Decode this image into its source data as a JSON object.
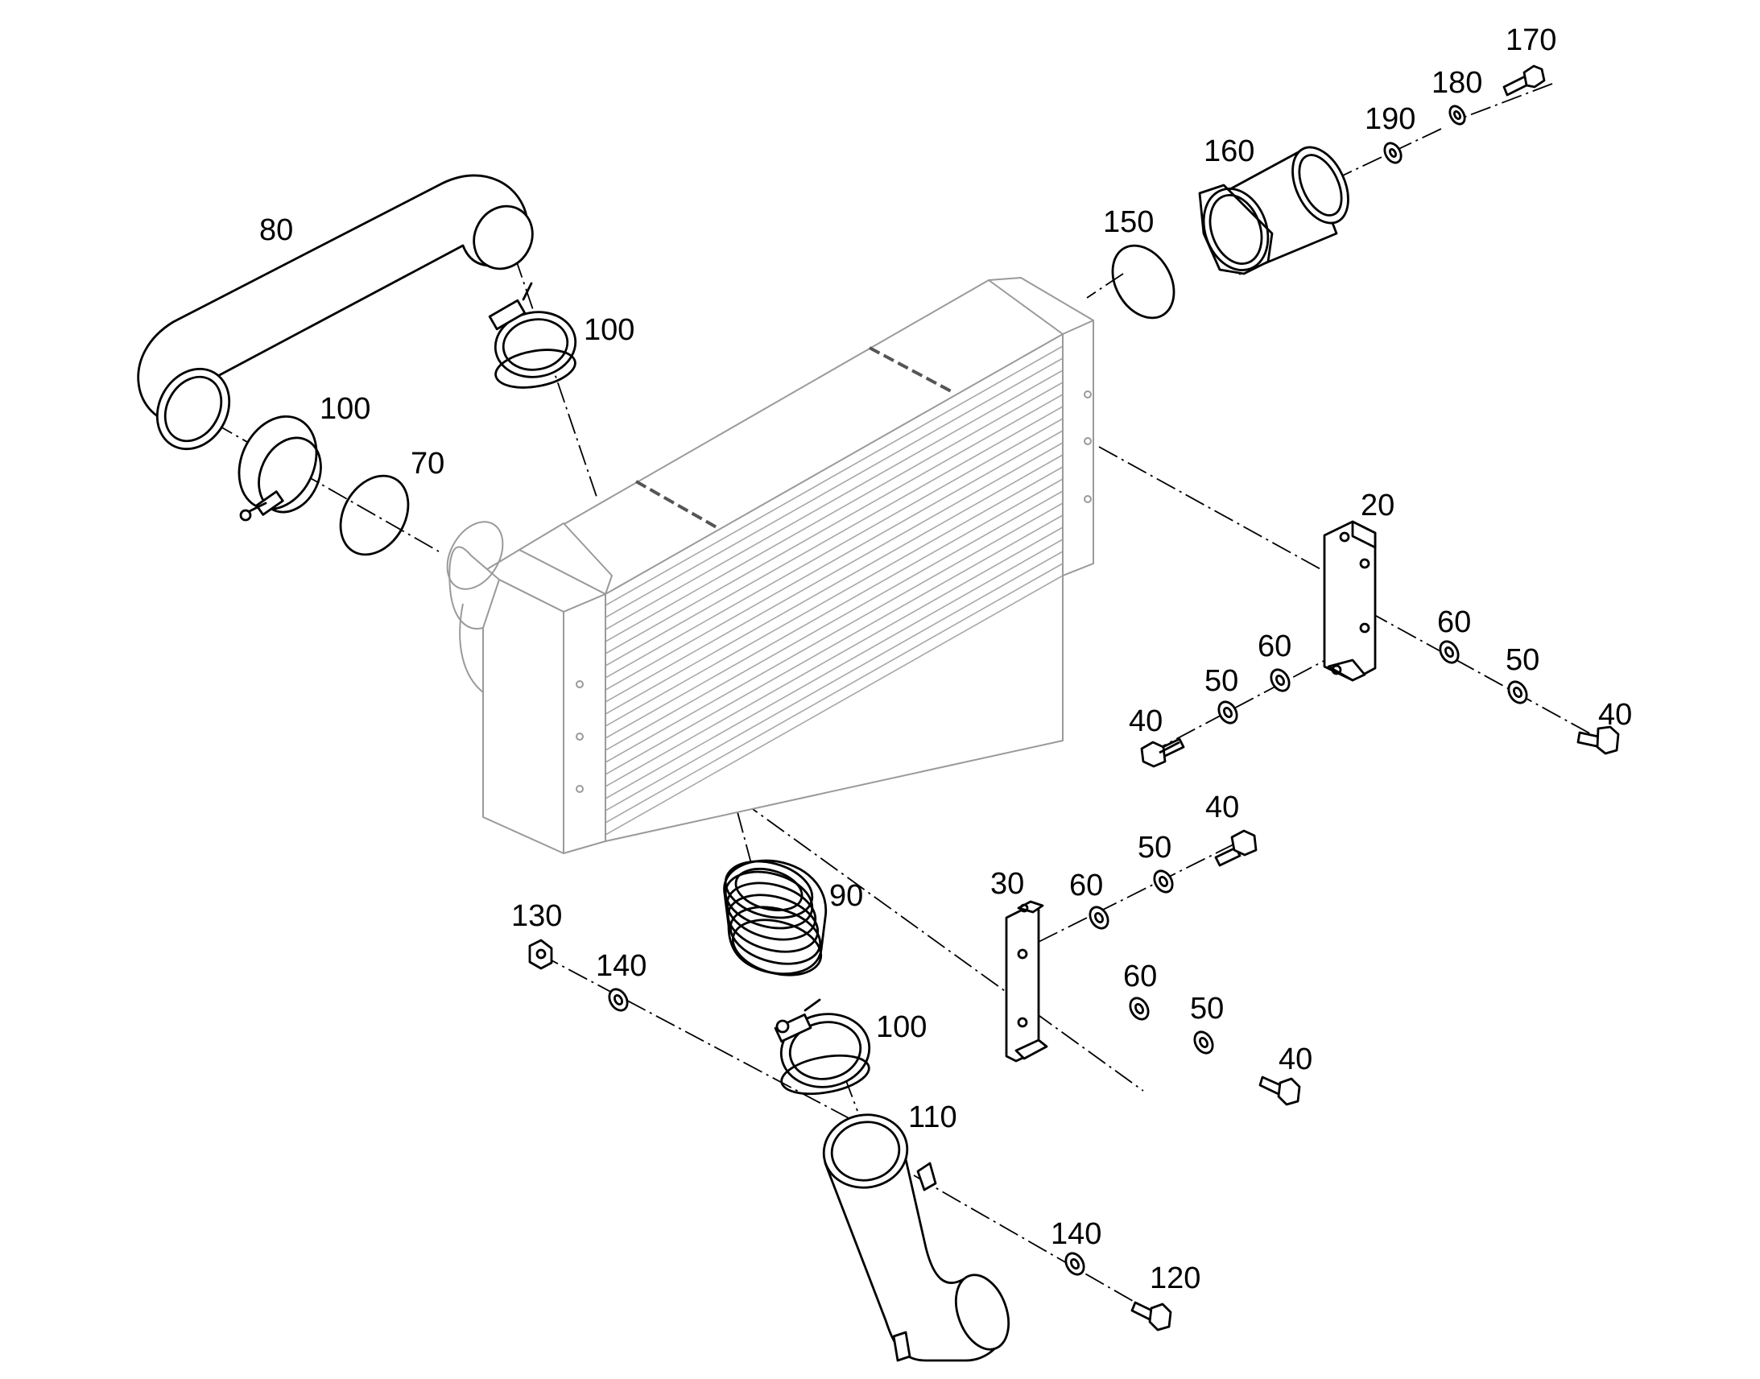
{
  "callouts": {
    "c20": "20",
    "c30": "30",
    "c40a": "40",
    "c40b": "40",
    "c40c": "40",
    "c40d": "40",
    "c50a": "50",
    "c50b": "50",
    "c50c": "50",
    "c50d": "50",
    "c60a": "60",
    "c60b": "60",
    "c60c": "60",
    "c60d": "60",
    "c70": "70",
    "c80": "80",
    "c90": "90",
    "c100a": "100",
    "c100b": "100",
    "c100c": "100",
    "c110": "110",
    "c120": "120",
    "c130": "130",
    "c140a": "140",
    "c140b": "140",
    "c150": "150",
    "c160": "160",
    "c170": "170",
    "c180": "180",
    "c190": "190"
  }
}
